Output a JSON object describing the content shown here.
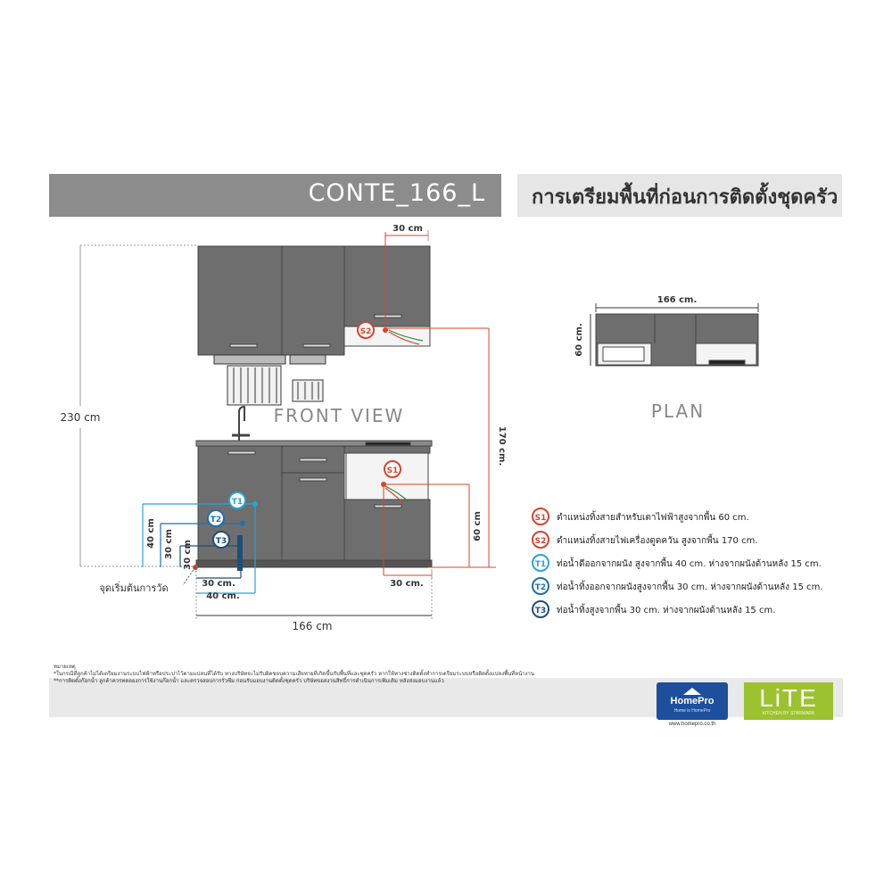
{
  "header": {
    "model": "CONTE_166_L",
    "title": "การเตรียมพื้นที่ก่อนการติดตั้งชุดครัว"
  },
  "front_view": {
    "label": "FRONT VIEW",
    "height_total": "230 cm",
    "width_total": "166 cm",
    "dim_top_30": "30 cm",
    "dim_170": "170 cm.",
    "dim_60": "60 cm",
    "dim_bottom_30": "30 cm.",
    "dim_left_40": "40 cm",
    "dim_left_30a": "30 cm",
    "dim_left_30b": "30 cm",
    "dim_h_30": "30 cm.",
    "dim_h_40": "40 cm.",
    "start_point": "จุดเริ่มต้นการวัด"
  },
  "plan": {
    "label": "PLAN",
    "width": "166 cm.",
    "depth": "60 cm."
  },
  "markers": {
    "s1": "S1",
    "s2": "S2",
    "t1": "T1",
    "t2": "T2",
    "t3": "T3"
  },
  "legend": [
    {
      "code": "S1",
      "text": "ตำแหน่งทิ้งสายสำหรับเตาไฟฟ้าสูงจากพื้น 60 cm."
    },
    {
      "code": "S2",
      "text": "ตำแหน่งทิ้งสายไฟเครื่องดูดควัน สูงจากพื้น 170 cm."
    },
    {
      "code": "T1",
      "text": "ท่อน้ำดีออกจากผนัง สูงจากพื้น 40 cm. ห่างจากผนังด้านหลัง 15 cm."
    },
    {
      "code": "T2",
      "text": "ท่อน้ำทิ้งออกจากผนังสูงจากพื้น 30 cm. ห่างจากผนังด้านหลัง 15 cm."
    },
    {
      "code": "T3",
      "text": "ท่อน้ำทิ้งสูงจากพื้น 30 cm. ห่างจากผนังด้านหลัง 15 cm."
    }
  ],
  "notes": {
    "heading": "หมายเหตุ",
    "line1": "*ในกรณีที่ลูกค้าไม่ได้เตรียมงานระบบไฟฟ้าหรือประปาไว้ตามแปลนที่ได้รับ ทางบริษัทจะไม่รับผิดชอบความเสียหายที่เกิดขึ้นกับพื้นที่และชุดครัว หากให้ทางช่างติดตั้งทำการเตรียมระบบหรือติดตั้งแปลงพื้นที่หน้างาน",
    "line2": "**การติดตั้งก๊อกน้ำ ลูกค้าควรทดลองการใช้งานก๊อกน้ำ และตรวจสอบการรั่วซึม ก่อนรับมอบงานติดตั้งชุดครัว บริษัทขอสงวนสิทธิ์การดำเนินการเพิ่มเติม หลังส่งมอบงานแล้ว"
  },
  "logos": {
    "homepro_name": "HomePro",
    "homepro_tagline": "Home is HomePro",
    "homepro_url": "www.homepro.co.th",
    "lite_name": "LiTE",
    "lite_sub": "KITCHEN BY STARMARK"
  },
  "colors": {
    "red": "#d9432b",
    "cyan": "#2aa3d8",
    "blue": "#1f6fb2",
    "navy": "#1d4f7a",
    "gray_header": "#8c8c8c",
    "lite_green": "#9cc230"
  }
}
